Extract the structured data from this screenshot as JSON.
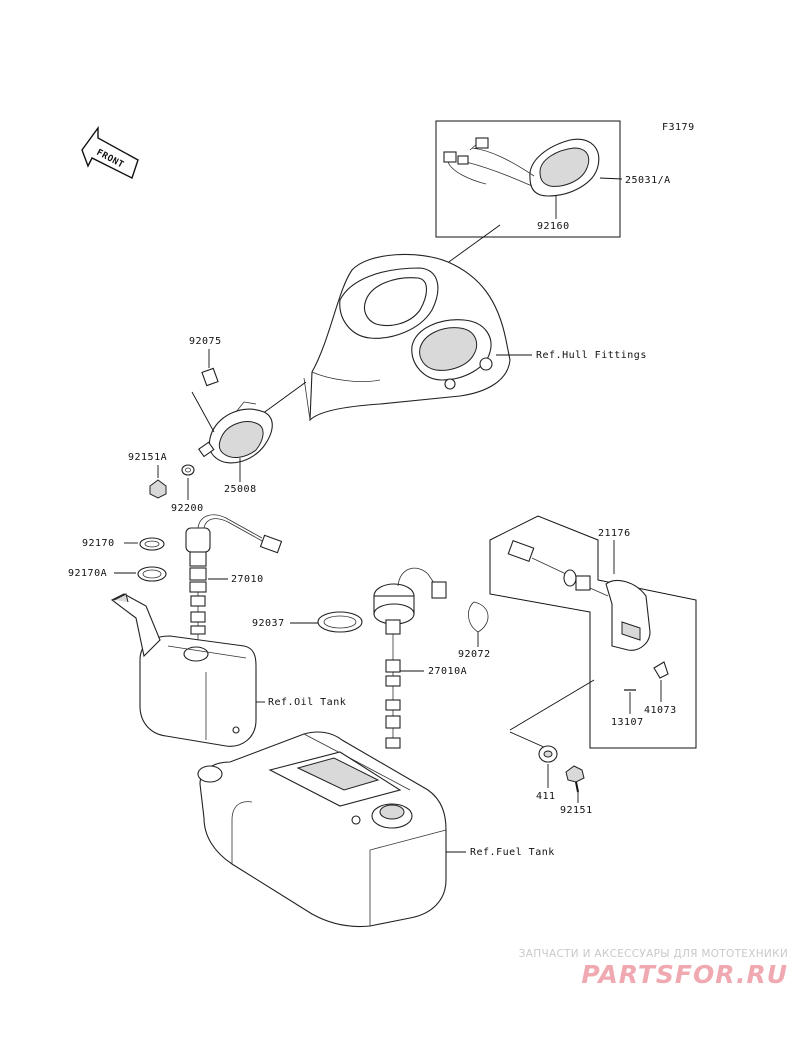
{
  "figure_code": "F3179",
  "front_label": "FRONT",
  "callouts": {
    "p25031a": "25031/A",
    "p92160": "92160",
    "ref_hull": "Ref.Hull Fittings",
    "p92075": "92075",
    "p92151a": "92151A",
    "p92200": "92200",
    "p25008": "25008",
    "p92170": "92170",
    "p92170a": "92170A",
    "p27010": "27010",
    "ref_oil": "Ref.Oil Tank",
    "p92037": "92037",
    "p92072": "92072",
    "p27010a": "27010A",
    "p21176": "21176",
    "p41073": "41073",
    "p13107": "13107",
    "p411": "411",
    "p92151": "92151",
    "ref_fuel": "Ref.Fuel Tank"
  },
  "watermark": {
    "tagline": "ЗАПЧАСТИ И АКСЕССУАРЫ ДЛЯ МОТОТЕХНИКИ",
    "logo": "PARTSFOR.RU"
  }
}
